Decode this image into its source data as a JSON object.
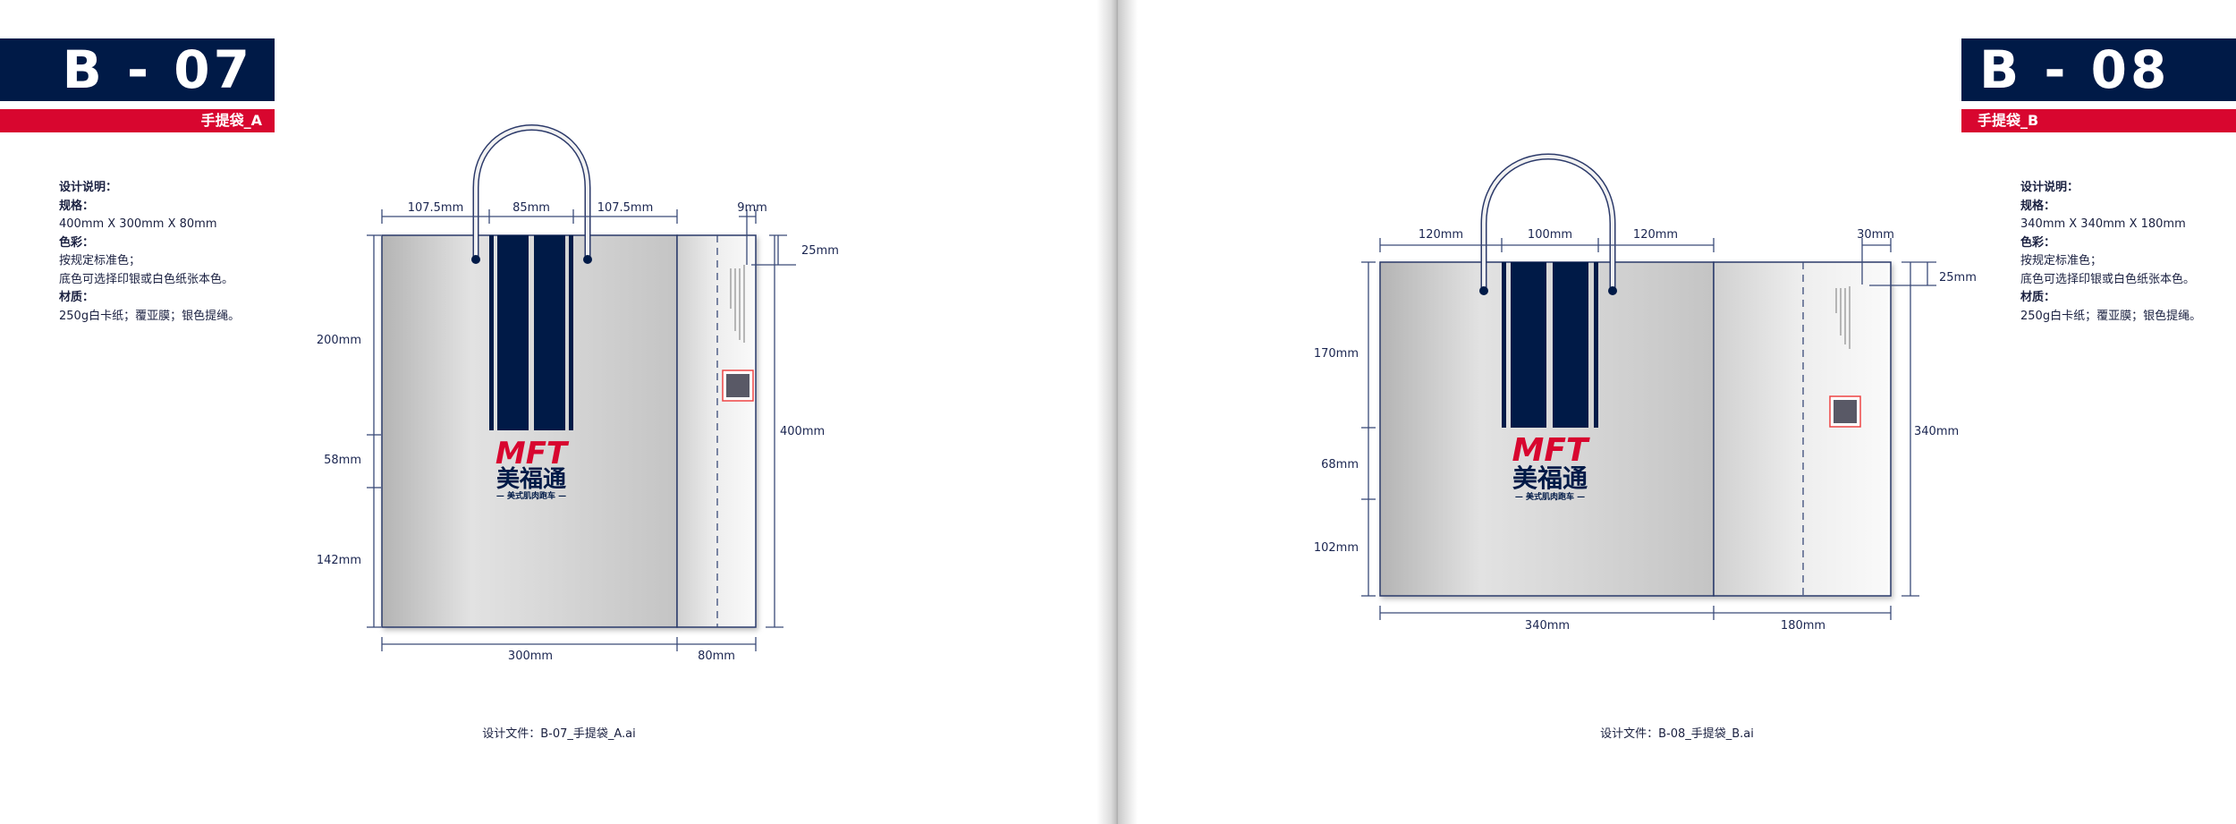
{
  "left": {
    "code": "B - 07",
    "subtitle": "手提袋_A",
    "desc": {
      "heading": "设计说明：",
      "spec_label": "规格：",
      "spec": "400mm X 300mm X 80mm",
      "color_label": "色彩：",
      "color_1": "按规定标准色；",
      "color_2": "底色可选择印银或白色纸张本色。",
      "material_label": "材质：",
      "material": "250g白卡纸；覆亚膜；银色提绳。"
    },
    "dims": {
      "top_1": "107.5mm",
      "top_2": "85mm",
      "top_3": "107.5mm",
      "top_gusset": "9mm",
      "flap": "25mm",
      "height": "400mm",
      "left_1": "200mm",
      "left_2": "58mm",
      "left_3": "142mm",
      "width": "300mm",
      "depth": "80mm"
    },
    "footer": "设计文件：B-07_手提袋_A.ai"
  },
  "right": {
    "code": "B - 08",
    "subtitle": "手提袋_B",
    "desc": {
      "heading": "设计说明：",
      "spec_label": "规格：",
      "spec": "340mm X 340mm X 180mm",
      "color_label": "色彩：",
      "color_1": "按规定标准色；",
      "color_2": "底色可选择印银或白色纸张本色。",
      "material_label": "材质：",
      "material": "250g白卡纸；覆亚膜；银色提绳。"
    },
    "dims": {
      "top_1": "120mm",
      "top_2": "100mm",
      "top_3": "120mm",
      "top_gusset": "30mm",
      "flap": "25mm",
      "height": "340mm",
      "left_1": "170mm",
      "left_2": "68mm",
      "left_3": "102mm",
      "width": "340mm",
      "depth": "180mm"
    },
    "footer": "设计文件：B-08_手提袋_B.ai"
  },
  "logo": {
    "mark": "MFT",
    "name": "美福通",
    "tagline": "— 美式肌肉跑车 —"
  },
  "colors": {
    "navy": "#001a47",
    "red": "#d8062f"
  }
}
